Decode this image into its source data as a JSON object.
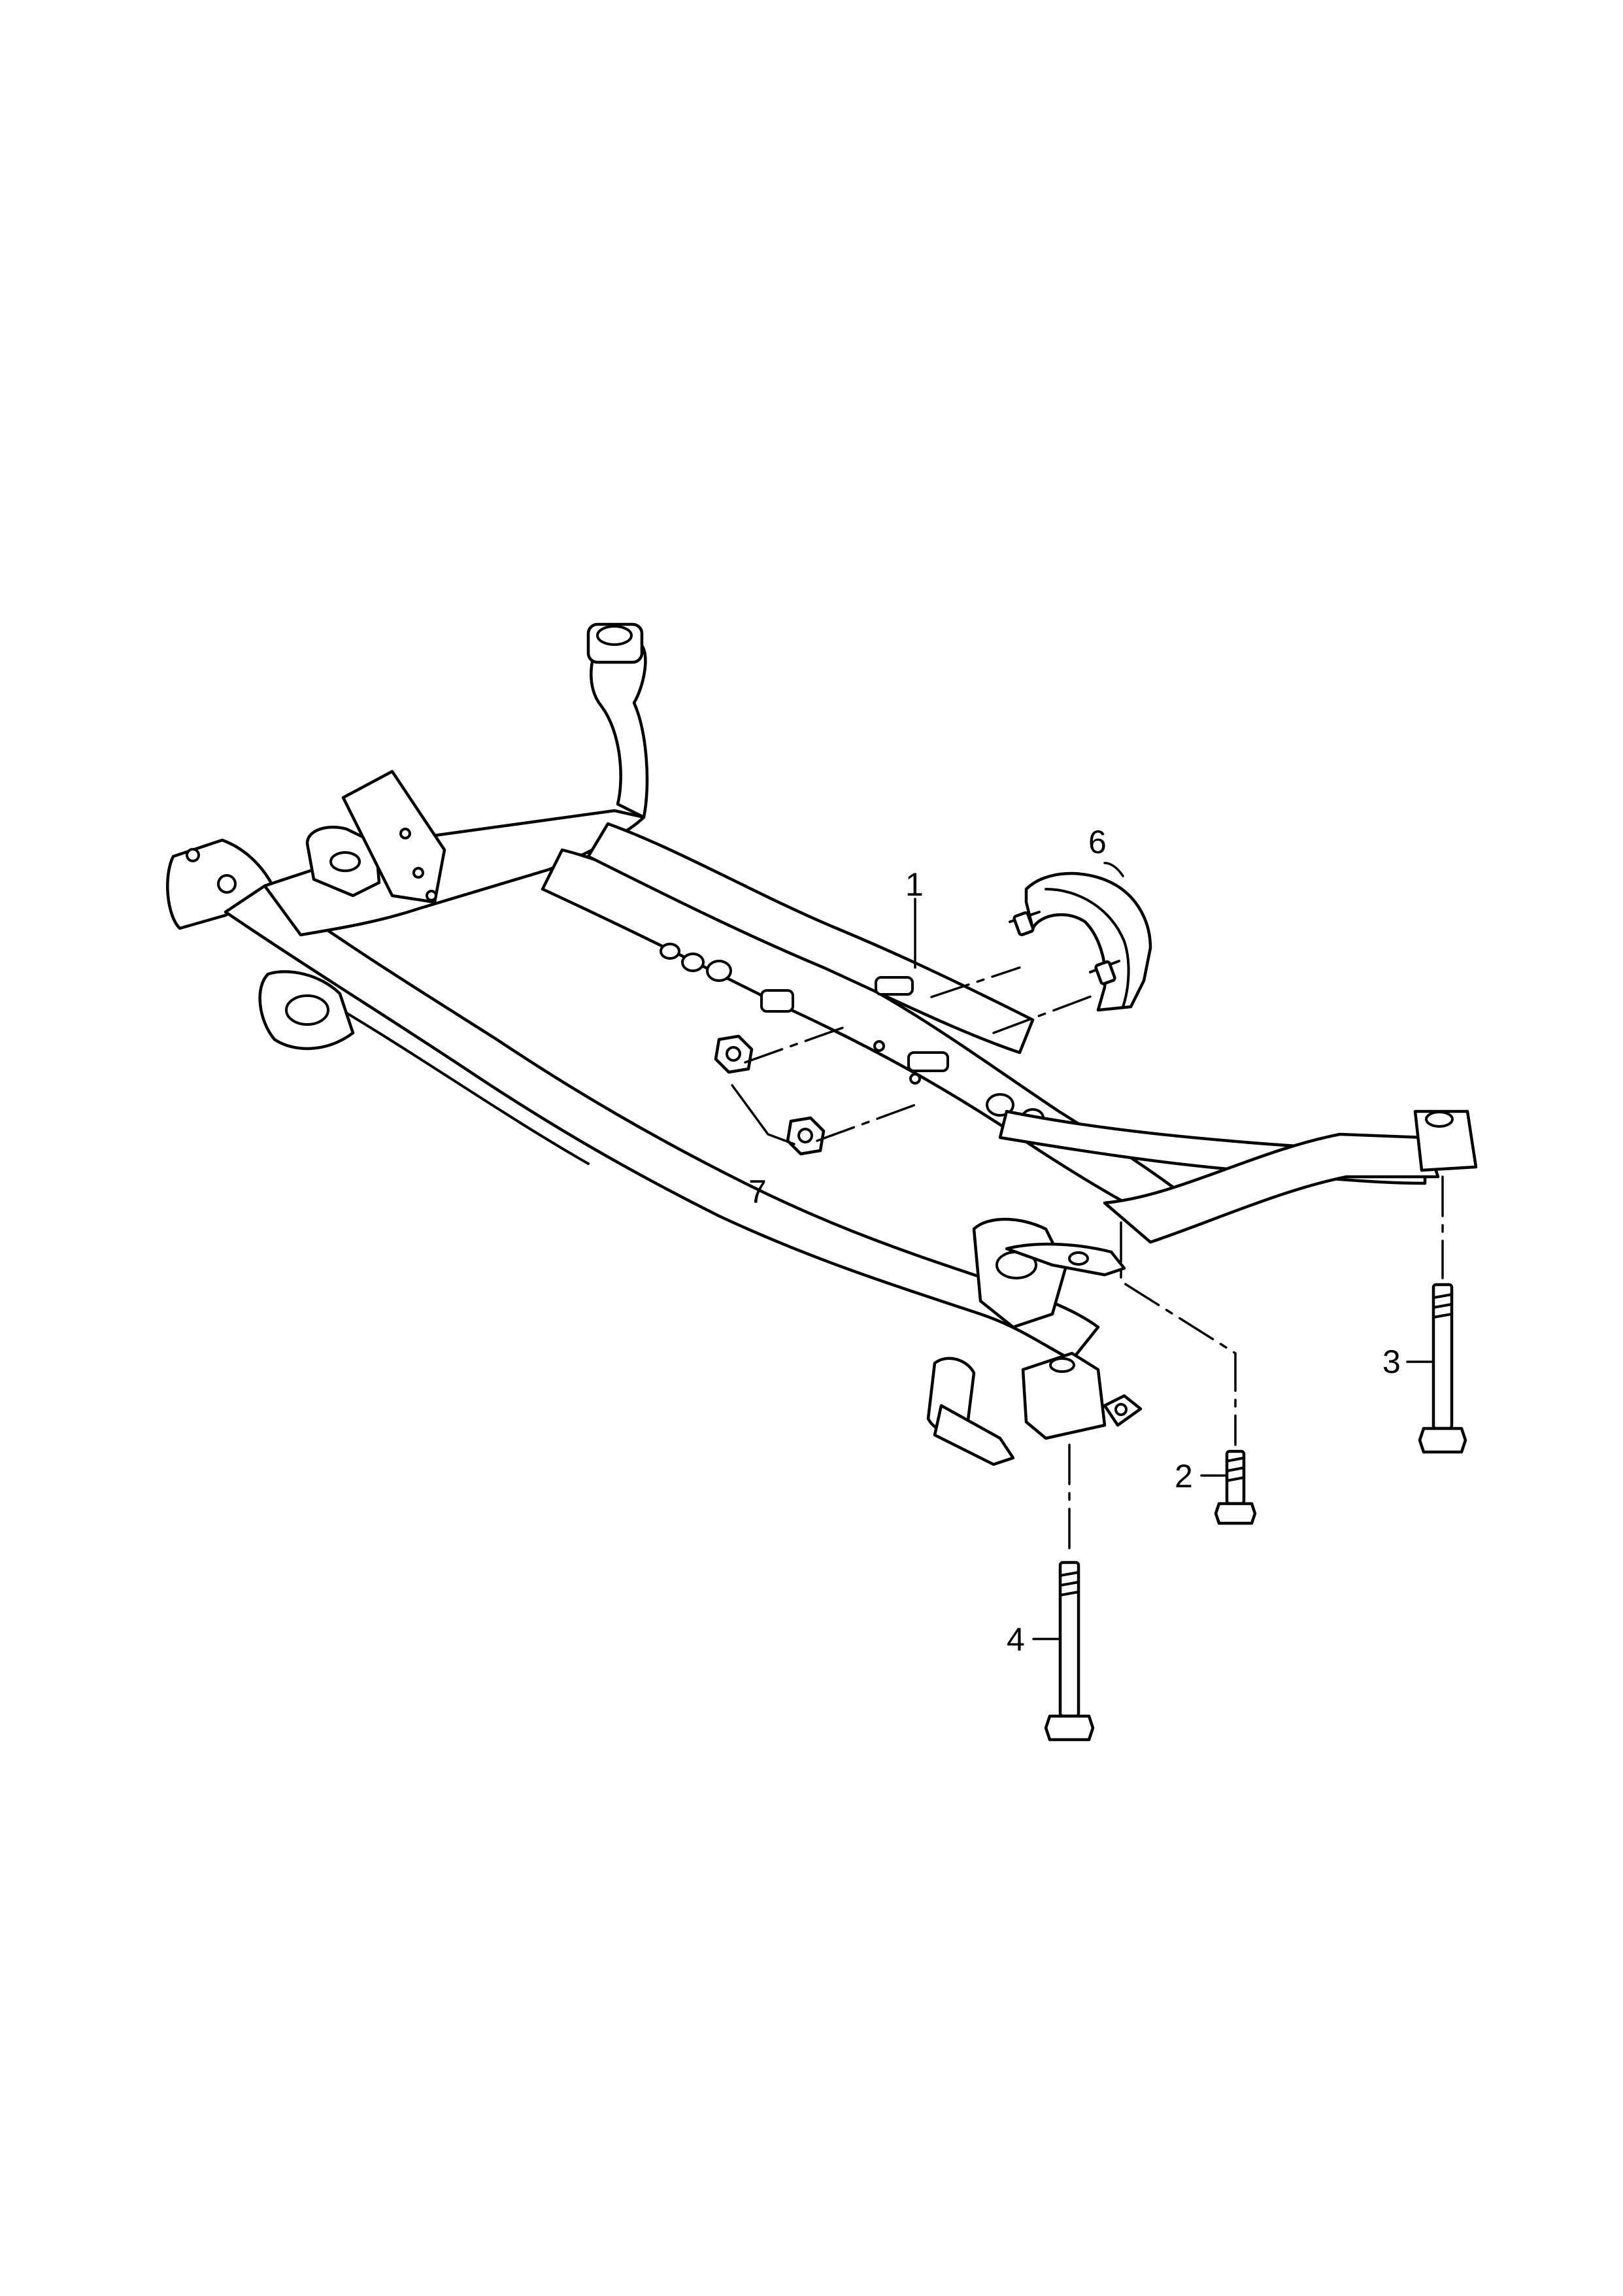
{
  "callouts": {
    "c1": "1",
    "c2": "2",
    "c3": "3",
    "c4": "4",
    "c6": "6",
    "c7": "7"
  }
}
